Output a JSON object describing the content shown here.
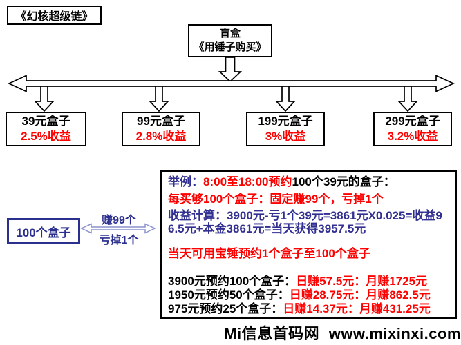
{
  "title_box": {
    "label": "《幻核超级链》"
  },
  "blind_box": {
    "line1": "盲盒",
    "line2": "《用锤子购买》"
  },
  "price_boxes": [
    {
      "price": "39元盒子",
      "yield": "2.5%收益"
    },
    {
      "price": "99元盒子",
      "yield": "2.8%收益"
    },
    {
      "price": "199元盒子",
      "yield": "3%收益"
    },
    {
      "price": "299元盒子",
      "yield": "3.2%收益"
    }
  ],
  "hundred_box": {
    "label": "100个盒子",
    "gain_label": "赚99个",
    "loss_label": "亏掉1个"
  },
  "example_box": {
    "line1_prefix": "举例：",
    "line1_highlight": "8:00至18:00预约",
    "line1_suffix": "100个39元的盒子：",
    "line2": "每买够100个盒子：固定赚99个，亏掉1个",
    "line3": "收益计算：3900元-亏1个39元=3861元X0.025=收益96.5元+本金3861元=当天获得3957.5元",
    "line4": "当天可用宝锤预约1个盒子至100个盒子",
    "rows": [
      {
        "label": "3900元预约100个盒子：",
        "result": "日赚57.5元：月赚1725元"
      },
      {
        "label": "1950元预约50个盒子：",
        "result": "日赚28.75元：月赚862.5元"
      },
      {
        "label": "975元预约25个盒子：",
        "result": "日赚14.37元：月赚431.25元"
      }
    ]
  },
  "watermark": "Mi信息首码网 www.mixinxi.com",
  "colors": {
    "red": "#ff0000",
    "navy_text": "#312f90",
    "navy_box": "#2b2f8e",
    "thin_arrow_outline": "#8a90cc",
    "black": "#000000"
  }
}
